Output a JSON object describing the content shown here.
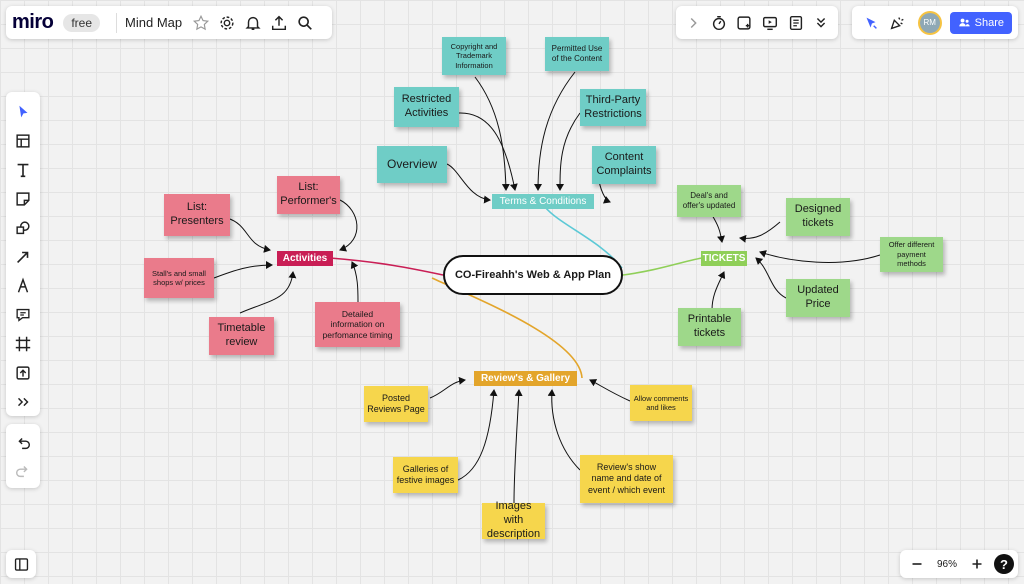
{
  "header": {
    "logo": "miro",
    "plan": "free",
    "board_name": "Mind Map",
    "share_label": "Share",
    "avatar_initials": "RM"
  },
  "zoom": {
    "level": "96%",
    "help": "?"
  },
  "colors": {
    "accent": "#4262ff",
    "teal_note": "#6fcdc6",
    "pink_note": "#ea7b8b",
    "green_note": "#9ed88a",
    "yellow_note": "#f6d64c",
    "terms_tag": "#6fcdc6",
    "activities_tag": "#c91e55",
    "tickets_tag": "#8fcf58",
    "reviews_tag": "#e3a52b"
  },
  "icons": {
    "top_left": [
      "star-icon",
      "gear-icon",
      "bell-icon",
      "upload-icon",
      "search-icon"
    ],
    "top_right": [
      "chevron-right-icon",
      "timer-icon",
      "sticky-add-icon",
      "present-icon",
      "notes-icon",
      "chevron-double-down-icon"
    ],
    "collab": [
      "cursor-pointer-icon",
      "celebrate-icon",
      "share-users-icon"
    ],
    "tools": [
      "select-icon",
      "frame-template-icon",
      "text-icon",
      "sticky-note-icon",
      "shapes-icon",
      "arrow-icon",
      "pen-icon",
      "comment-icon",
      "frame-icon",
      "upload-icon",
      "more-icon"
    ]
  },
  "mindmap": {
    "center": "CO-Fireahh's Web & App Plan",
    "terms": {
      "label": "Terms & Conditions",
      "notes": [
        "Copyright and\nTrademark\nInformation",
        "Permitted Use\nof the Content",
        "Restricted\nActivities",
        "Third-Party\nRestrictions",
        "Overview",
        "Content\nComplaints"
      ]
    },
    "activities": {
      "label": "Activities",
      "notes": [
        "List:\nPresenters",
        "List:\nPerformer's",
        "Stall's and small\nshops w/ prices",
        "Timetable\nreview",
        "Detailed\ninformation on\nperfomance timing"
      ]
    },
    "tickets": {
      "label": "TICKETS",
      "notes": [
        "Deal's and\noffer's updated",
        "Designed\ntickets",
        "Offer different\npayment\nmethods",
        "Updated\nPrice",
        "Printable\ntickets"
      ]
    },
    "reviews": {
      "label": "Review's & Gallery",
      "notes": [
        "Posted\nReviews Page",
        "Allow comments\nand likes",
        "Galleries of\nfestive images",
        "Images with\ndescription",
        "Review's show\nname and date of\nevent / which event"
      ]
    }
  }
}
